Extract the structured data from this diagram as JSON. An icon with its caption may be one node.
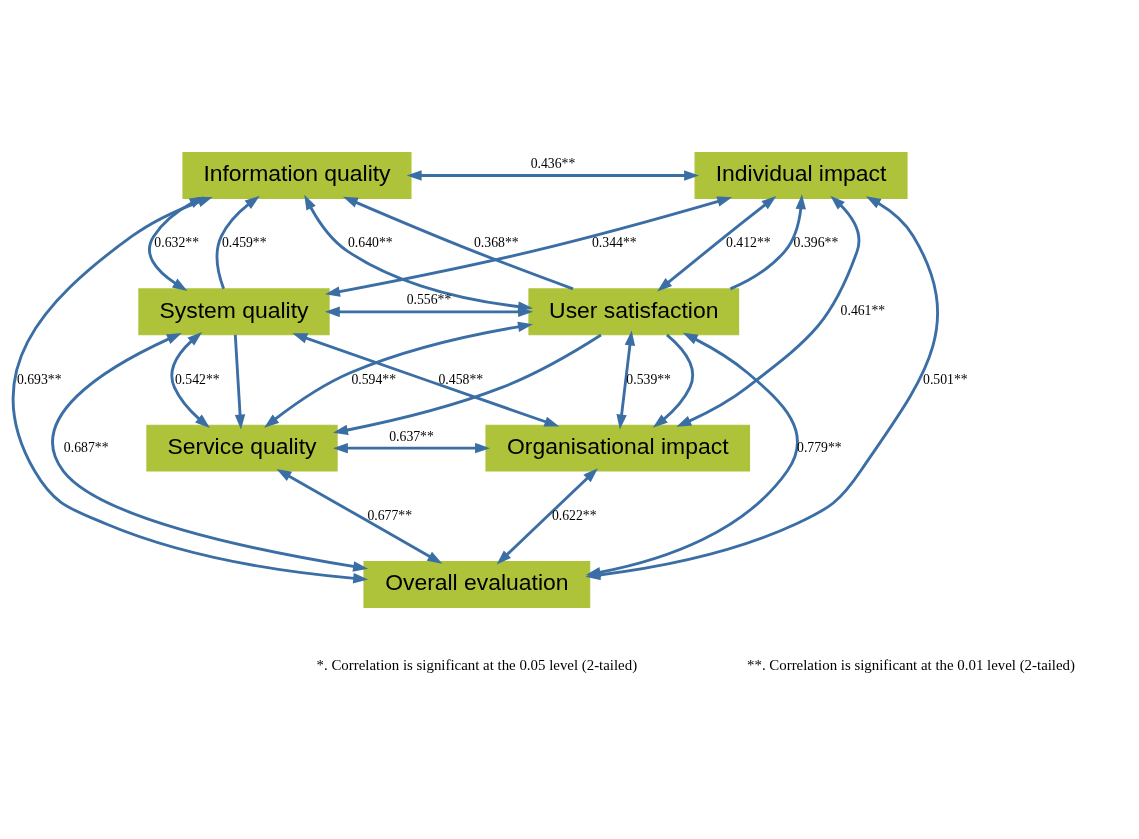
{
  "diagram": {
    "nodes": [
      {
        "text": [
          "Information quality"
        ]
      },
      {
        "text": [
          "Individual impact"
        ]
      },
      {
        "text": [
          "System quality"
        ]
      },
      {
        "text": [
          "User satisfaction"
        ]
      },
      {
        "text": [
          "Service quality"
        ]
      },
      {
        "text": [
          "Organisational impact"
        ]
      },
      {
        "text": [
          "Overall evaluation"
        ]
      }
    ],
    "edges": [
      {
        "from": 0,
        "to": 1,
        "arrow": "both",
        "label": "0.436**"
      },
      {
        "from": 6,
        "to": 1,
        "arrow": "both",
        "label": "0.501**"
      },
      {
        "from": 6,
        "to": 0,
        "arrow": "both",
        "label": "0.693**"
      },
      {
        "from": 2,
        "to": 0,
        "arrow": "to",
        "label": "0.459**"
      },
      {
        "from": 0,
        "to": 2,
        "arrow": "both",
        "label": "0.632**"
      },
      {
        "from": 0,
        "to": 3,
        "arrow": "both",
        "label": "0.640**"
      },
      {
        "from": 3,
        "to": 0,
        "arrow": "to",
        "label": "0.368**"
      },
      {
        "from": 2,
        "to": 1,
        "arrow": "both",
        "label": "0.344**"
      },
      {
        "from": 1,
        "to": 3,
        "arrow": "both",
        "label": "0.412**"
      },
      {
        "from": 3,
        "to": 1,
        "arrow": "to",
        "label": "0.396**"
      },
      {
        "from": 1,
        "to": 5,
        "arrow": "both",
        "label": "0.461**"
      },
      {
        "from": 2,
        "to": 3,
        "arrow": "both",
        "label": "0.556**"
      },
      {
        "from": 3,
        "to": 5,
        "arrow": "both",
        "label": "0.539**"
      },
      {
        "from": 2,
        "to": 4,
        "arrow": "to"
      },
      {
        "from": 2,
        "to": 4,
        "arrow": "both",
        "label": "0.542**"
      },
      {
        "from": 4,
        "to": 3,
        "arrow": "both",
        "label": "0.594**"
      },
      {
        "from": 3,
        "to": 4,
        "arrow": "to"
      },
      {
        "from": 2,
        "to": 5,
        "arrow": "both",
        "label": "0.458**"
      },
      {
        "from": 3,
        "to": 5,
        "arrow": "to"
      },
      {
        "from": 4,
        "to": 5,
        "arrow": "both",
        "label": "0.637**"
      },
      {
        "from": 2,
        "to": 6,
        "arrow": "both",
        "label": "0.687**"
      },
      {
        "from": 4,
        "to": 6,
        "arrow": "both",
        "label": "0.677**"
      },
      {
        "from": 3,
        "to": 6,
        "arrow": "both",
        "label": "0.779**"
      },
      {
        "from": 5,
        "to": 6,
        "arrow": "both",
        "label": "0.622**"
      }
    ],
    "labels": [
      "*. Correlation is significant at the 0.05 level (2-tailed)",
      "**. Correlation is significant at the 0.01 level (2-tailed)"
    ]
  }
}
